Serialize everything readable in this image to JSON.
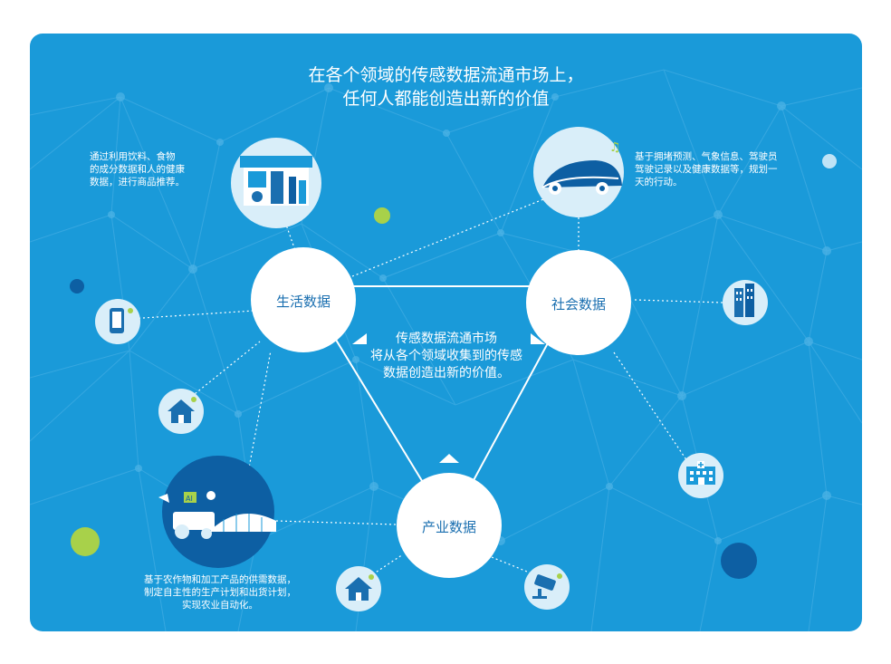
{
  "title": {
    "line1": "在各个领域的传感数据流通市场上，",
    "line2": "任何人都能创造出新的价值"
  },
  "nodes": {
    "life": "生活数据",
    "society": "社会数据",
    "industry": "产业数据"
  },
  "center": {
    "line1": "传感数据流通市场",
    "line2": "将从各个领域收集到的传感",
    "line3": "数据创造出新的价值。"
  },
  "descriptions": {
    "shop": {
      "line1": "通过利用饮料、食物",
      "line2": "的成分数据和人的健康",
      "line3": "数据，进行商品推荐。"
    },
    "car": {
      "line1": "基于拥堵预测、气象信息、驾驶员",
      "line2": "驾驶记录以及健康数据等，规划一",
      "line3": "天的行动。"
    },
    "farm": {
      "line1": "基于农作物和加工产品的供需数据，",
      "line2": "制定自主性的生产计划和出货计划，",
      "line3": "实现农业自动化。"
    }
  },
  "icon_labels": {
    "ai_chip": "AI"
  },
  "colors": {
    "background": "#1a9ad9",
    "node_fill": "#ffffff",
    "node_text": "#1a6fb0",
    "accent_green": "#a8d14a",
    "dark_blue": "#0d5fa3",
    "icon_circle": "#d9eef9"
  },
  "icons": [
    "shop-icon",
    "car-icon",
    "phone-icon",
    "house-icon",
    "farm-icon",
    "building-icon",
    "hospital-icon",
    "camera-icon"
  ]
}
